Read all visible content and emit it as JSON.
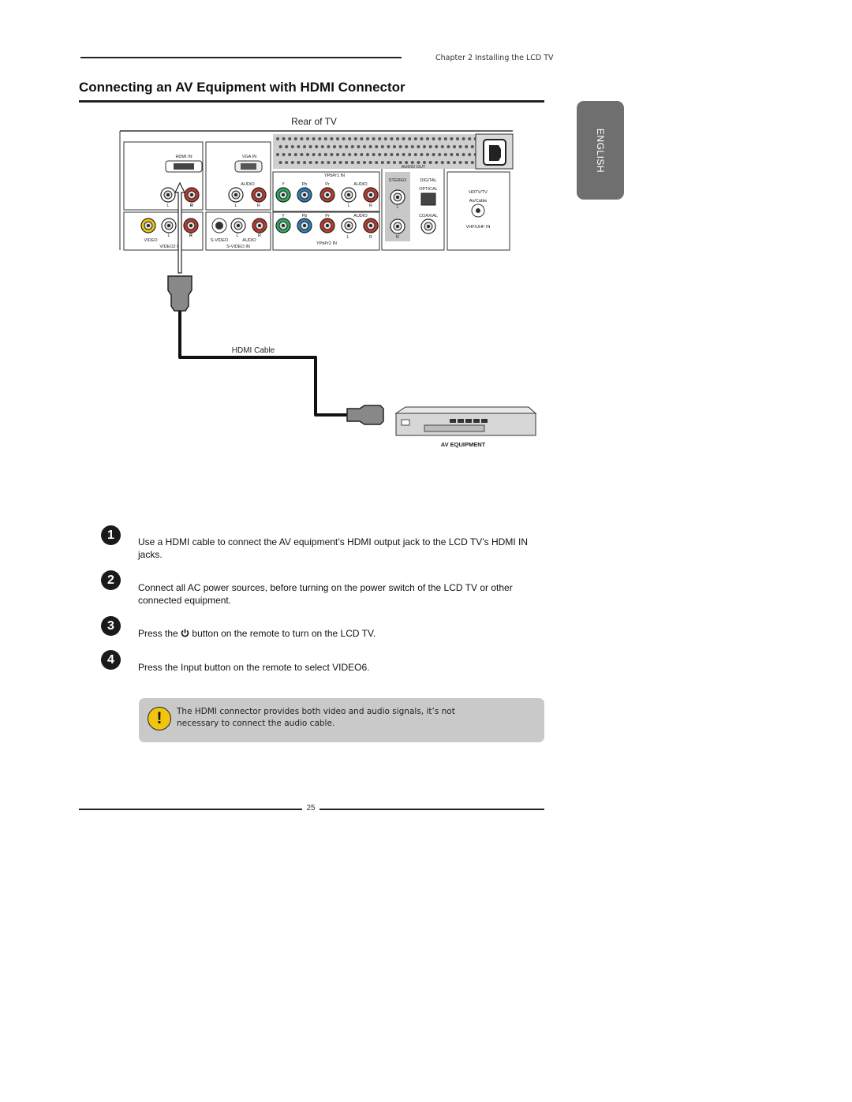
{
  "header": {
    "chapter": "Chapter 2 Installing the LCD TV"
  },
  "title": "Connecting an AV Equipment with HDMI Connector",
  "language_tab": "ENGLISH",
  "diagram": {
    "rear_label": "Rear of TV",
    "hdmi_in": "HDMI IN",
    "vga_in": "VGA IN",
    "audio_out": "AUDIO OUT",
    "ypbpr1_in": "YPbPr1 IN",
    "ypbpr2_in": "YPbPr2 IN",
    "audio": "AUDIO",
    "stereo": "STEREO",
    "digital": "DIGITAL",
    "optical": "OPTICAL",
    "coaxial": "COAXIAL",
    "hdtv_tv": "HDTV/TV",
    "air_cable": "Air/Cable",
    "vhf_uhf_in": "VHF/UHF IN",
    "video": "VIDEO",
    "video2_in": "VIDEO2 IN",
    "s_video": "S-VIDEO",
    "s_video_in": "S-VIDEO IN",
    "y": "Y",
    "pb": "Pb",
    "pr": "Pr",
    "l": "L",
    "r": "R",
    "hdmi_cable": "HDMI Cable",
    "av_equipment": "AV EQUIPMENT"
  },
  "steps": [
    {
      "number": "1",
      "text": "Use a HDMI cable to connect the AV equipment’s HDMI output jack to the LCD TV’s HDMI IN jacks."
    },
    {
      "number": "2",
      "text": "Connect all AC power sources, before turning on the power switch of the LCD TV or other connected equipment."
    },
    {
      "number": "3",
      "before": "Press the",
      "icon": "power-icon",
      "after": "button on the remote to turn on the LCD TV."
    },
    {
      "number": "4",
      "text": "Press the Input button on the remote to select VIDEO6."
    }
  ],
  "note": {
    "icon": "exclamation-icon",
    "text": "The HDMI connector provides both video and audio signals, it’s not necessary to connect the audio cable."
  },
  "footer": {
    "page_number": "25"
  },
  "colors": {
    "note_bg": "#c9c9c9",
    "tab_bg": "#6f6f6f",
    "warning": "#f1c40f"
  }
}
